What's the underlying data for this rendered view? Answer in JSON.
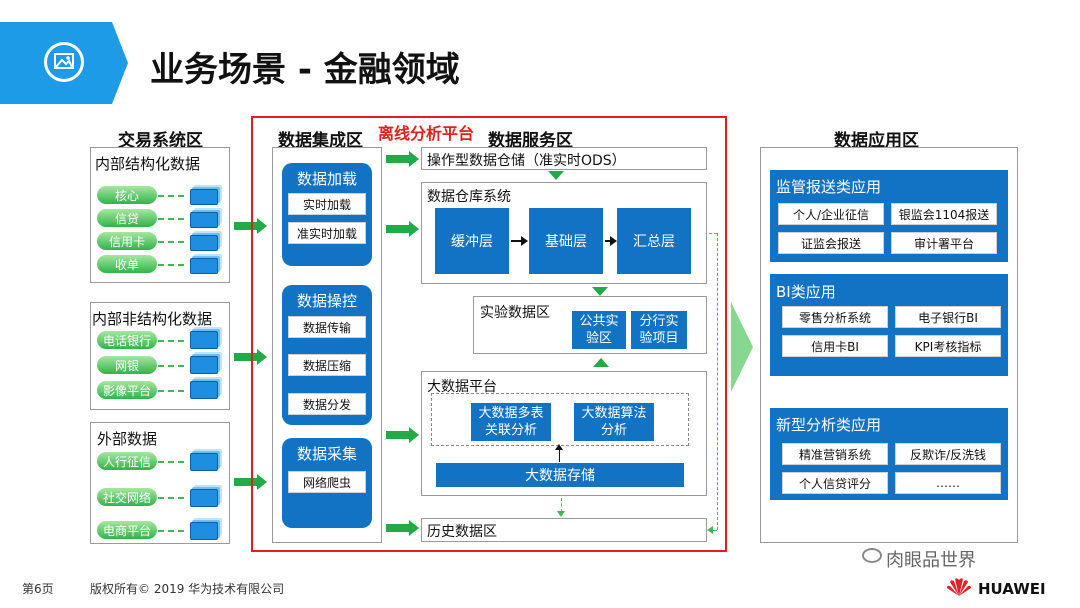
{
  "header": {
    "title": "业务场景 - 金融领域"
  },
  "trading": {
    "title": "交易系统区",
    "structured": {
      "title": "内部结构化数据",
      "items": [
        "核心",
        "信贷",
        "信用卡",
        "收单"
      ]
    },
    "unstructured": {
      "title": "内部非结构化数据",
      "items": [
        "电话银行",
        "网银",
        "影像平台"
      ]
    },
    "external": {
      "title": "外部数据",
      "items": [
        "人行征信",
        "社交网络",
        "电商平台"
      ]
    }
  },
  "offline": {
    "title": "离线分析平台"
  },
  "integration": {
    "title": "数据集成区",
    "load": {
      "title": "数据加载",
      "items": [
        "实时加载",
        "准实时加载"
      ]
    },
    "ops": {
      "title": "数据操控",
      "items": [
        "数据传输",
        "数据压缩",
        "数据分发"
      ]
    },
    "collect": {
      "title": "数据采集",
      "items": [
        "网络爬虫"
      ]
    }
  },
  "service": {
    "title": "数据服务区",
    "ods": "操作型数据仓储（准实时ODS）",
    "warehouse": {
      "title": "数据仓库系统",
      "layers": [
        "缓冲层",
        "基础层",
        "汇总层"
      ]
    },
    "lab": {
      "title": "实验数据区",
      "boxes": [
        "公共实\n验区",
        "分行实\n验项目"
      ]
    },
    "bigdata": {
      "title": "大数据平台",
      "boxes": [
        "大数据多表\n关联分析",
        "大数据算法\n分析"
      ],
      "storage": "大数据存储"
    },
    "history": "历史数据区"
  },
  "apps": {
    "title": "数据应用区",
    "regulatory": {
      "title": "监管报送类应用",
      "items": [
        "个人/企业征信",
        "银监会1104报送",
        "证监会报送",
        "审计署平台"
      ]
    },
    "bi": {
      "title": "BI类应用",
      "items": [
        "零售分析系统",
        "电子银行BI",
        "信用卡BI",
        "KPI考核指标"
      ]
    },
    "newtype": {
      "title": "新型分析类应用",
      "items": [
        "精准营销系统",
        "反欺诈/反洗钱",
        "个人信贷评分",
        "……"
      ]
    }
  },
  "footer": {
    "page": "第6页",
    "copyright": "版权所有© 2019 华为技术有限公司",
    "watermark": "肉眼品世界",
    "brand": "HUAWEI"
  },
  "colors": {
    "accent_blue": "#1273c4",
    "header_blue": "#1e9be6",
    "offline_red": "#e02020",
    "arrow_green": "#22aa44"
  }
}
